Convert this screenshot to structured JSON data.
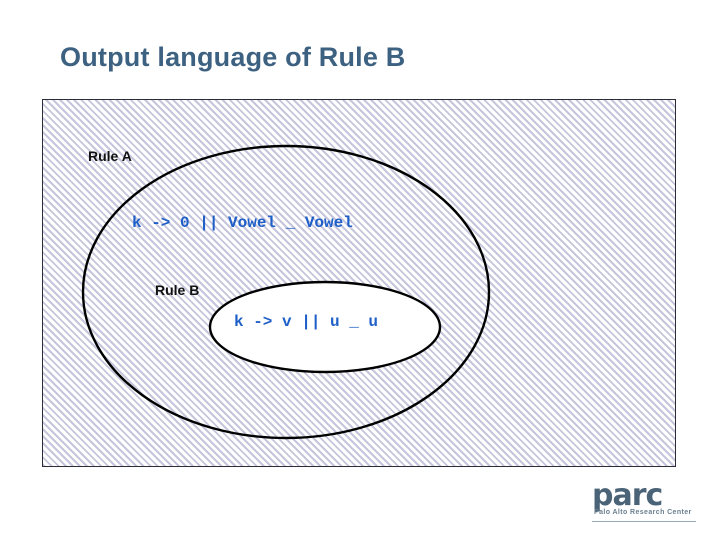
{
  "slide": {
    "title": "Output language of Rule B",
    "title_color": "#3d6181",
    "background_color": "#ffffff"
  },
  "diagram": {
    "panel": {
      "hatch_color": "#c5c5dc",
      "hatch_background": "#ffffff",
      "border_color": "#2b2b3a",
      "description": "diagonal-hatched rectangle"
    },
    "regions": [
      {
        "id": "rule-a",
        "label": "Rule A",
        "label_color": "#111111",
        "shape": "ellipse",
        "fill": "hatched",
        "stroke": "#000000",
        "expression": "k -> 0 || Vowel _ Vowel",
        "expression_color": "#1f5fc8"
      },
      {
        "id": "rule-b",
        "label": "Rule B",
        "label_color": "#111111",
        "shape": "ellipse",
        "fill": "#ffffff",
        "stroke": "#000000",
        "expression": "k -> v || u _ u",
        "expression_color": "#1f5fc8"
      }
    ]
  },
  "logo": {
    "wordmark": "parc",
    "tagline": "Palo Alto Research Center",
    "color": "#4a6377"
  }
}
